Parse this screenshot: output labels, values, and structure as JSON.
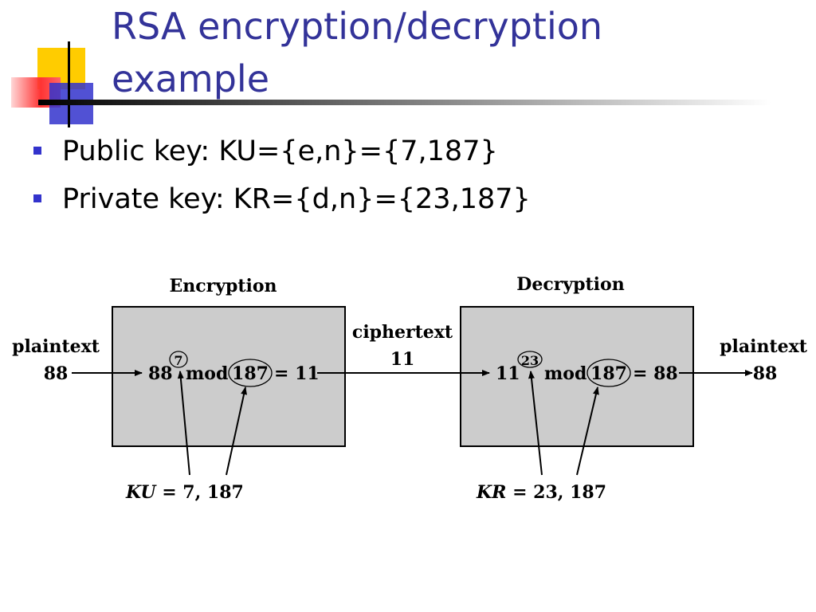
{
  "slide": {
    "title_line1": "RSA encryption/decryption",
    "title_line2": "example",
    "bullets": [
      {
        "text": "Public key: KU={e,n}={7,187}"
      },
      {
        "text": "Private key: KR={d,n}={23,187}"
      }
    ]
  },
  "diagram": {
    "encryption_label": "Encryption",
    "decryption_label": "Decryption",
    "plaintext_in_label": "plaintext",
    "plaintext_in_value": "88",
    "ciphertext_label": "ciphertext",
    "ciphertext_value": "11",
    "plaintext_out_label": "plaintext",
    "plaintext_out_value": "88",
    "enc_base": "88",
    "enc_exponent": "7",
    "enc_mod": "mod",
    "enc_modulus": "187",
    "enc_result": "= 11",
    "dec_base": "11",
    "dec_exponent": "23",
    "dec_mod": "mod",
    "dec_modulus": "187",
    "dec_result": "= 88",
    "ku_label": "KU",
    "ku_value": " = 7, 187",
    "kr_label": "KR",
    "kr_value": " = 23, 187"
  },
  "colors": {
    "title": "#333399",
    "bullet": "#3333cc",
    "box_fill": "#cccccc",
    "logo_yellow": "#ffcc00",
    "logo_red": "#ff3333",
    "logo_blue": "#3333cc"
  }
}
